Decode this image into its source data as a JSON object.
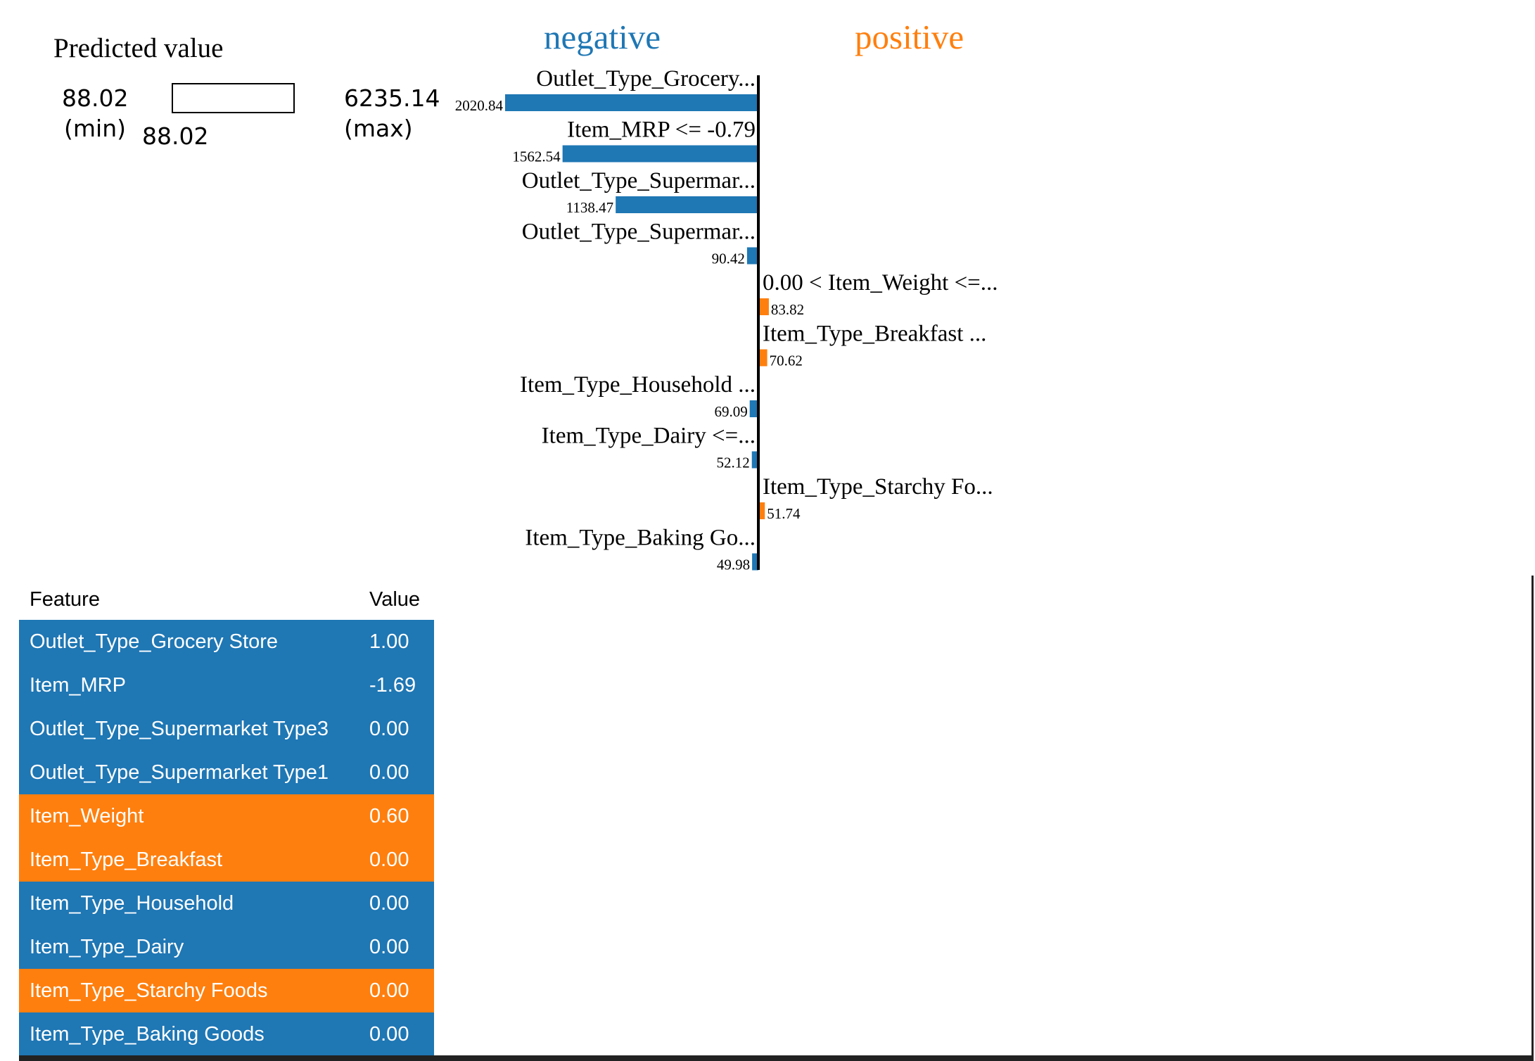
{
  "predicted_value": {
    "title": "Predicted value",
    "min_value": "88.02",
    "min_label": "(min)",
    "max_value": "6235.14",
    "max_label": "(max)",
    "current_value": "88.02",
    "fraction": 0.0,
    "bar_color": "#1f77b4"
  },
  "colors": {
    "negative": "#1f77b4",
    "positive": "#ff7f0e",
    "axis": "#000000"
  },
  "chart_data": {
    "type": "bar",
    "orientation": "horizontal-diverging",
    "headings": {
      "negative": "negative",
      "positive": "positive"
    },
    "max_abs": 2020.84,
    "bars": [
      {
        "label": "Outlet_Type_Grocery...",
        "value": -2020.84,
        "value_label": "2020.84"
      },
      {
        "label": "Item_MRP <= -0.79",
        "value": -1562.54,
        "value_label": "1562.54"
      },
      {
        "label": "Outlet_Type_Supermar...",
        "value": -1138.47,
        "value_label": "1138.47"
      },
      {
        "label": "Outlet_Type_Supermar...",
        "value": -90.42,
        "value_label": "90.42"
      },
      {
        "label": "0.00 < Item_Weight <=...",
        "value": 83.82,
        "value_label": "83.82"
      },
      {
        "label": "Item_Type_Breakfast ...",
        "value": 70.62,
        "value_label": "70.62"
      },
      {
        "label": "Item_Type_Household ...",
        "value": -69.09,
        "value_label": "69.09"
      },
      {
        "label": "Item_Type_Dairy <=...",
        "value": -52.12,
        "value_label": "52.12"
      },
      {
        "label": "Item_Type_Starchy Fo...",
        "value": 51.74,
        "value_label": "51.74"
      },
      {
        "label": "Item_Type_Baking Go...",
        "value": -49.98,
        "value_label": "49.98"
      }
    ]
  },
  "table": {
    "headers": {
      "feature": "Feature",
      "value": "Value"
    },
    "rows": [
      {
        "feature": "Outlet_Type_Grocery Store",
        "value": "1.00",
        "sign": "negative"
      },
      {
        "feature": "Item_MRP",
        "value": "-1.69",
        "sign": "negative"
      },
      {
        "feature": "Outlet_Type_Supermarket Type3",
        "value": "0.00",
        "sign": "negative"
      },
      {
        "feature": "Outlet_Type_Supermarket Type1",
        "value": "0.00",
        "sign": "negative"
      },
      {
        "feature": "Item_Weight",
        "value": "0.60",
        "sign": "positive"
      },
      {
        "feature": "Item_Type_Breakfast",
        "value": "0.00",
        "sign": "positive"
      },
      {
        "feature": "Item_Type_Household",
        "value": "0.00",
        "sign": "negative"
      },
      {
        "feature": "Item_Type_Dairy",
        "value": "0.00",
        "sign": "negative"
      },
      {
        "feature": "Item_Type_Starchy Foods",
        "value": "0.00",
        "sign": "positive"
      },
      {
        "feature": "Item_Type_Baking Goods",
        "value": "0.00",
        "sign": "negative"
      }
    ]
  }
}
